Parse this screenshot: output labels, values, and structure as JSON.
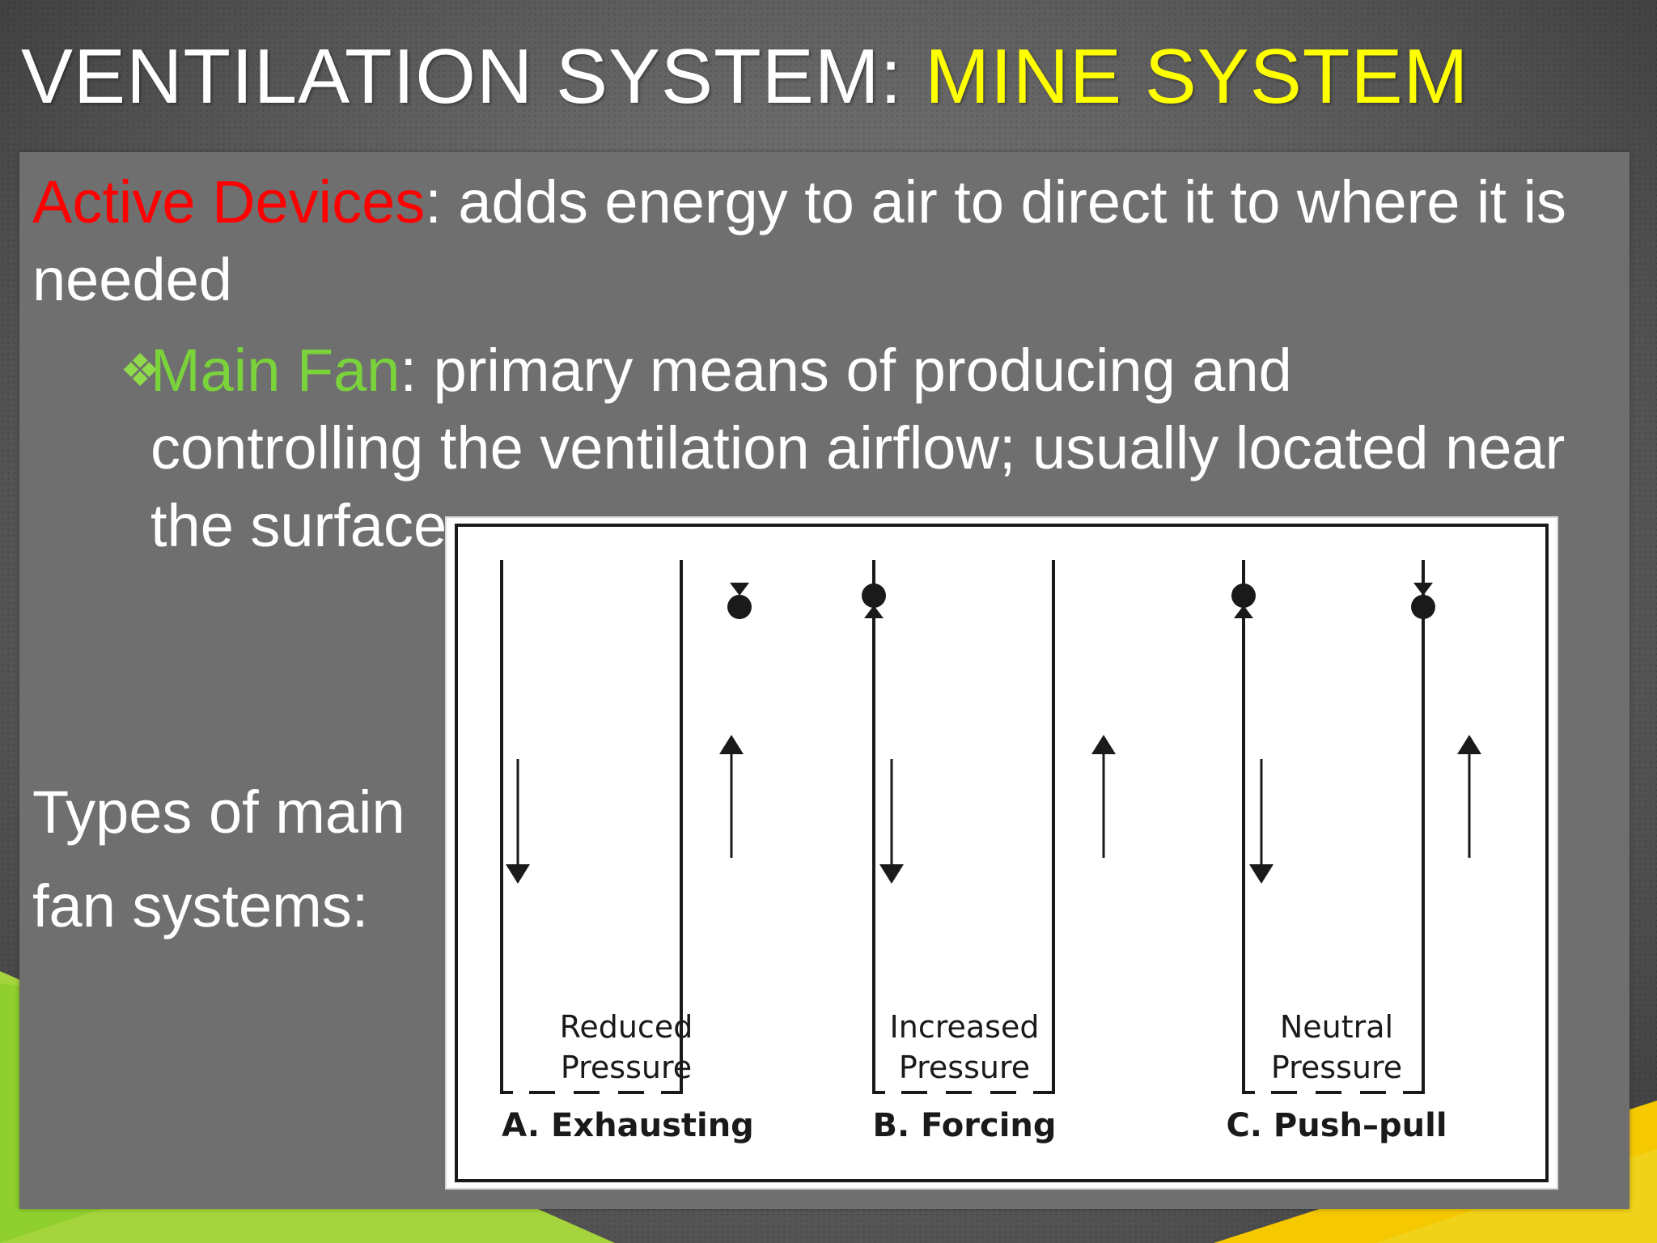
{
  "title": {
    "main": "VENTILATION SYSTEM: ",
    "accent": "MINE SYSTEM"
  },
  "colors": {
    "accent_yellow": "#ffff00",
    "active_red": "#ff0000",
    "fan_green": "#7ad33a"
  },
  "active": {
    "term": "Active Devices",
    "definition": ": adds energy to air to direct it to where it is needed"
  },
  "main_fan": {
    "bullet_icon": "diamond-bullet-icon",
    "term": "Main Fan",
    "definition": ": primary means of producing and controlling the ventilation airflow; usually located near the surface"
  },
  "types": {
    "line1": "Types of main",
    "line2": "fan systems:"
  },
  "diagram": {
    "systems": [
      {
        "pressure_line1": "Reduced",
        "pressure_line2": "Pressure",
        "caption": "A. Exhausting"
      },
      {
        "pressure_line1": "Increased",
        "pressure_line2": "Pressure",
        "caption": "B. Forcing"
      },
      {
        "pressure_line1": "Neutral",
        "pressure_line2": "Pressure",
        "caption": "C. Push–pull"
      }
    ]
  }
}
